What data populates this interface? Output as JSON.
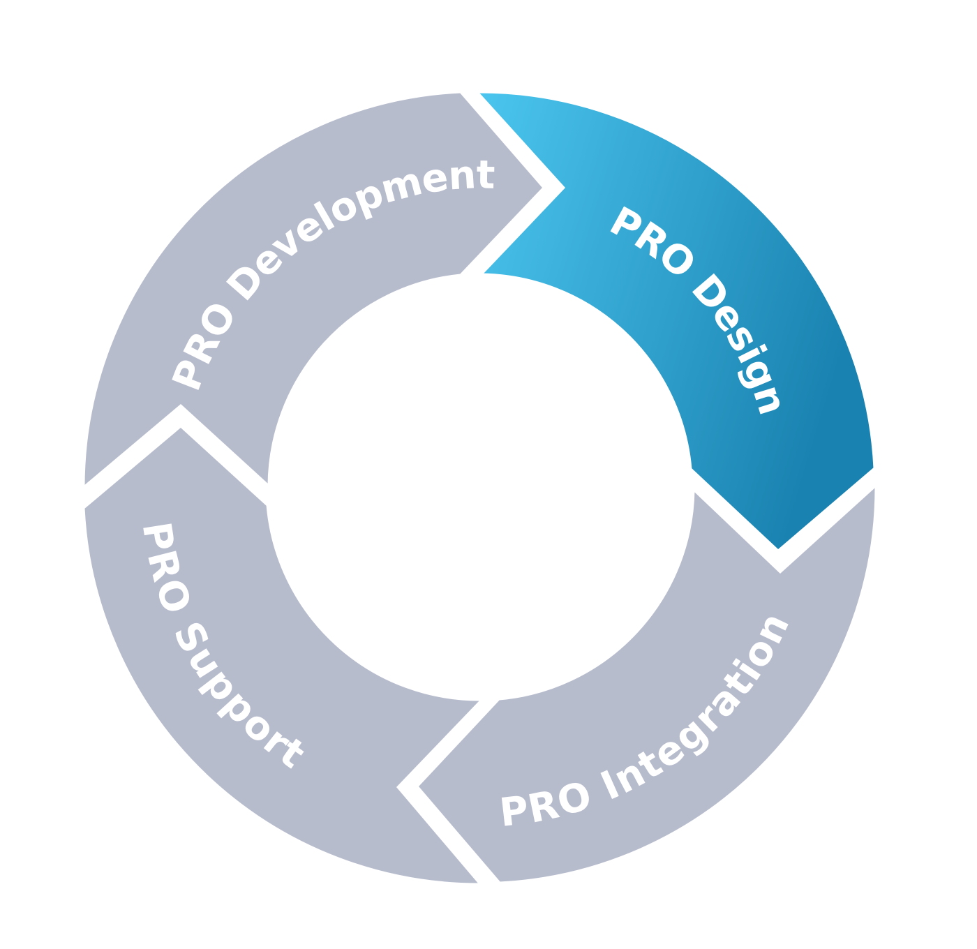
{
  "diagram": {
    "type": "cycle",
    "segments": [
      {
        "id": "design",
        "label": "PRO Design",
        "highlighted": true
      },
      {
        "id": "integration",
        "label": "PRO Integration",
        "highlighted": false
      },
      {
        "id": "support",
        "label": "PRO Support",
        "highlighted": false
      },
      {
        "id": "development",
        "label": "PRO Development",
        "highlighted": false
      }
    ],
    "colors": {
      "segment_default": "#b7bccd",
      "segment_highlight_start": "#4bc6ef",
      "segment_highlight_end": "#1a82b0",
      "separator": "#ffffff",
      "label": "#ffffff",
      "background": "#ffffff"
    }
  }
}
